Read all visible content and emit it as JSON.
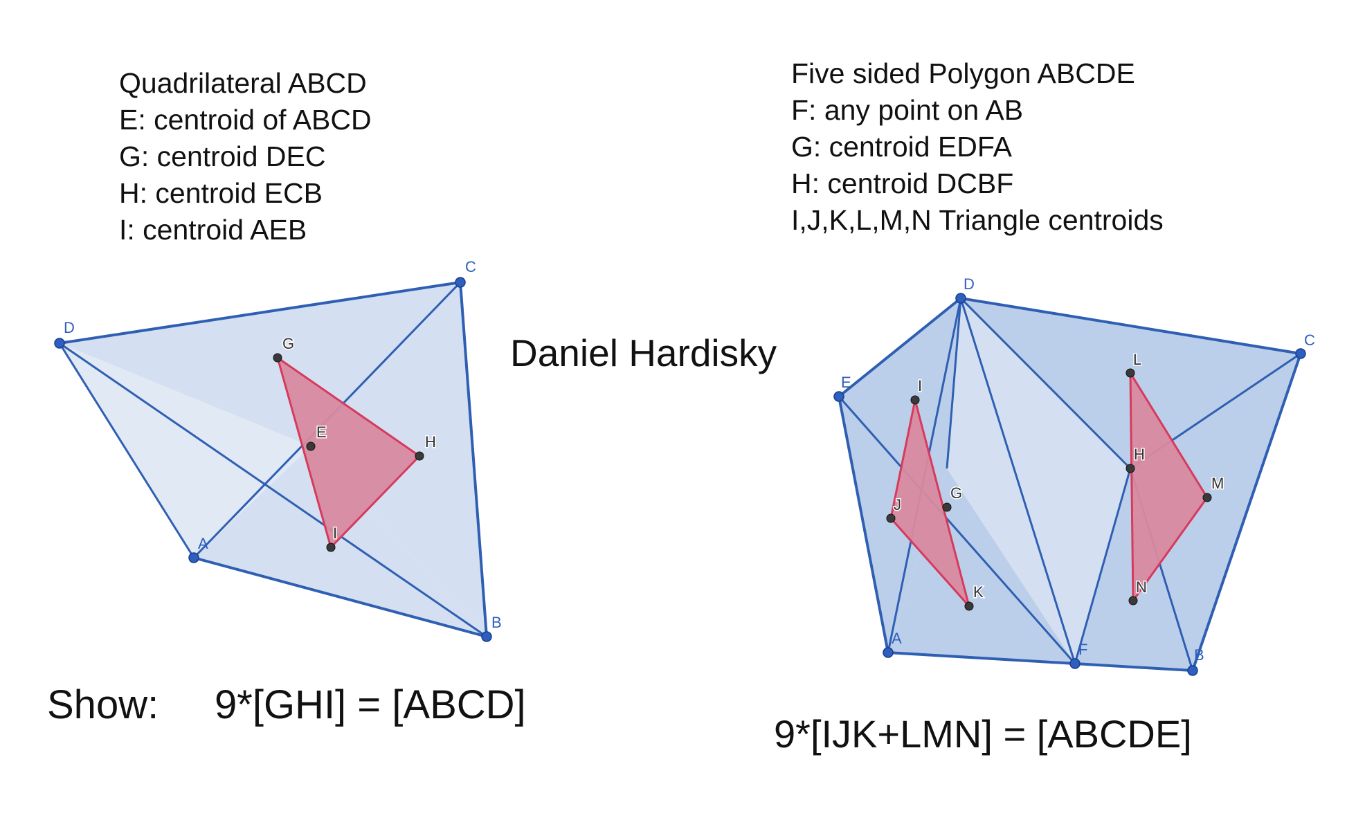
{
  "author": "Daniel Hardisky",
  "left": {
    "notes": [
      "Quadrilateral ABCD",
      "E: centroid of ABCD",
      "G: centroid DEC",
      "H: centroid ECB",
      "I: centroid AEB"
    ],
    "show_label": "Show:",
    "equation": "9*[GHI] = [ABCD]",
    "points": {
      "A": "A",
      "B": "B",
      "C": "C",
      "D": "D",
      "E": "E",
      "G": "G",
      "H": "H",
      "I": "I"
    }
  },
  "right": {
    "notes": [
      "Five sided Polygon ABCDE",
      "F: any point on AB",
      "G: centroid EDFA",
      "H: centroid DCBF",
      "I,J,K,L,M,N Triangle centroids"
    ],
    "equation": "9*[IJK+LMN] = [ABCDE]",
    "points": {
      "A": "A",
      "B": "B",
      "C": "C",
      "D": "D",
      "E": "E",
      "F": "F",
      "G": "G",
      "H": "H",
      "I": "I",
      "J": "J",
      "K": "K",
      "L": "L",
      "M": "M",
      "N": "N"
    }
  },
  "colors": {
    "edge": "#2f5fb3",
    "polygon_fill": "#d4e0f1",
    "centroid_triangle": "#d88aa0",
    "centroid_triangle_edge": "#d63a5c"
  }
}
